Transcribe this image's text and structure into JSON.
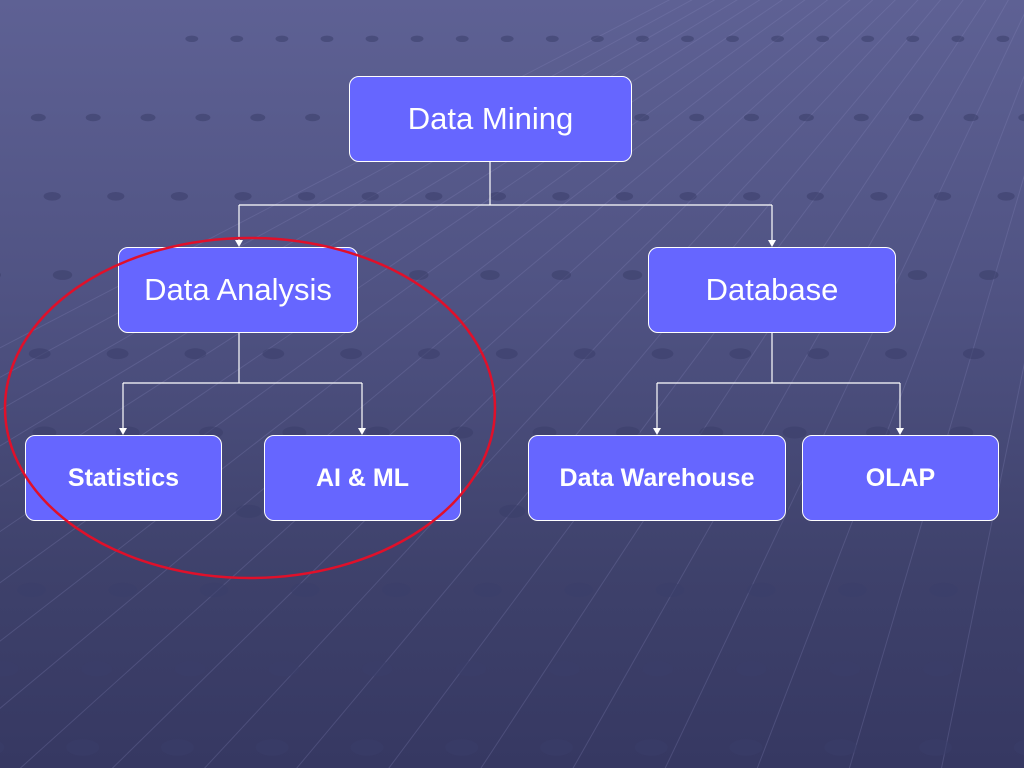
{
  "diagram": {
    "root": {
      "label": "Data Mining"
    },
    "branches": [
      {
        "label": "Data Analysis",
        "children": [
          {
            "label": "Statistics"
          },
          {
            "label": "AI & ML"
          }
        ]
      },
      {
        "label": "Database",
        "children": [
          {
            "label": "Data Warehouse"
          },
          {
            "label": "OLAP"
          }
        ]
      }
    ]
  },
  "colors": {
    "node_fill": "#6666ff",
    "node_border": "#ffffff",
    "connector": "#ffffff",
    "highlight_ellipse": "#e0102a",
    "background_top": "#5e6194",
    "background_bottom": "#363862"
  }
}
